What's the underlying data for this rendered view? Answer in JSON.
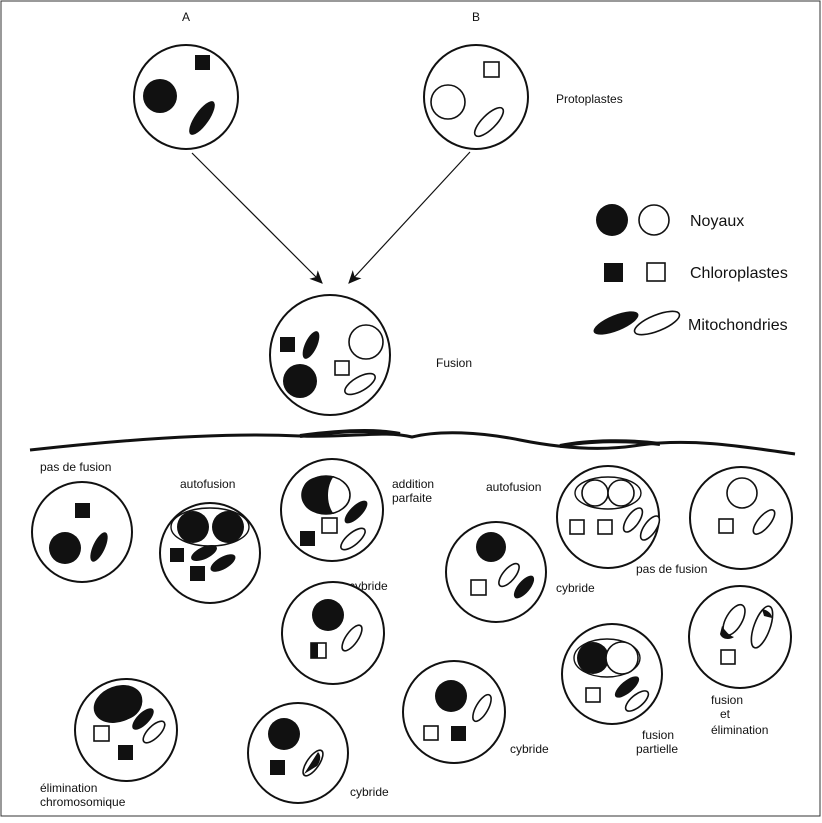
{
  "top": {
    "label_a": "A",
    "label_b": "B",
    "protoplasts_label": "Protoplastes",
    "fusion_label": "Fusion"
  },
  "legend": {
    "nuclei": "Noyaux",
    "chloroplasts": "Chloroplastes",
    "mitochondria": "Mitochondries"
  },
  "outcomes": {
    "no_fusion_1": "pas de fusion",
    "autofusion_1": "autofusion",
    "perfect_addition_l1": "addition",
    "perfect_addition_l2": "parfaite",
    "autofusion_2": "autofusion",
    "cybrid_1": "cybride",
    "cybrid_2": "cybride",
    "no_fusion_2": "pas de fusion",
    "chromosome_elim_l1": "élimination",
    "chromosome_elim_l2": "chromosomique",
    "cybrid_3": "cybride",
    "cybrid_4": "cybride",
    "partial_fusion_l1": "fusion",
    "partial_fusion_l2": "partielle",
    "fusion_elim_l1": "fusion",
    "fusion_elim_l2": "et",
    "fusion_elim_l3": "élimination"
  }
}
